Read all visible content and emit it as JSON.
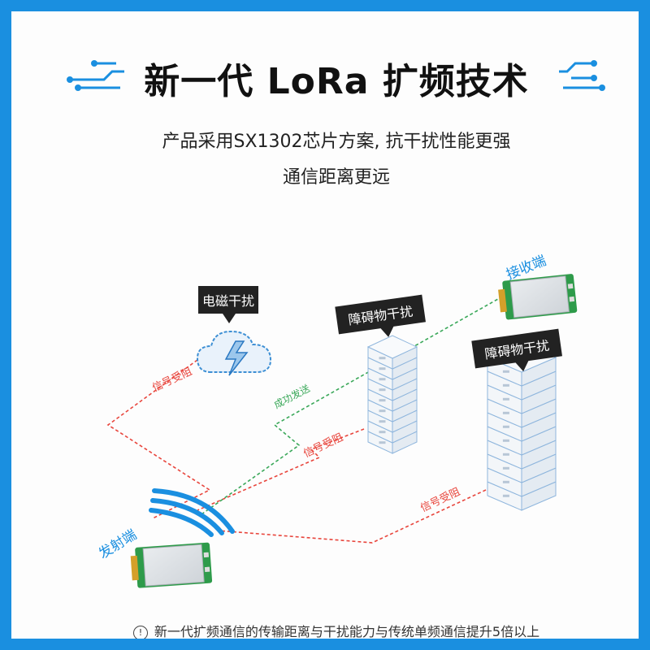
{
  "title": "新一代 LoRa 扩频技术",
  "subtitle_line1": "产品采用SX1302芯片方案, 抗干扰性能更强",
  "subtitle_line2": "通信距离更远",
  "labels": {
    "em_interference": "电磁干扰",
    "obstacle_1": "障碍物干扰",
    "obstacle_2": "障碍物干扰",
    "receiver": "接收端",
    "transmitter": "发射端",
    "success": "成功发送",
    "blocked_1": "信号受阻",
    "blocked_2": "信号受阻",
    "blocked_3": "信号受阻"
  },
  "footnote": "新一代扩频通信的传输距离与干扰能力与传统单频通信提升5倍以上",
  "footnote_icon": "!",
  "colors": {
    "frame": "#1a8fe0",
    "accent_blue": "#1a8fe0",
    "red_path": "#e8453c",
    "green_path": "#3aa859",
    "callout_bg": "#222222"
  }
}
